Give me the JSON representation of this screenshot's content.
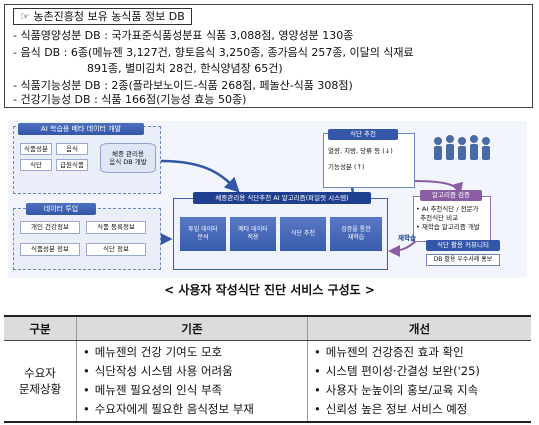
{
  "top": {
    "title": "☞ 농촌진흥청 보유 농식품 정보 DB",
    "lines": [
      "- 식품영양성분 DB : 국가표준식품성분표 식품 3,088점, 영양성분 130종",
      "- 음식 DB : 6종(메뉴젠 3,127건, 향토음식 3,250종, 종가음식 257종, 이달의 식재료",
      "891종, 별미김치 28건, 한식양념장 65건)",
      "- 식품기능성분 DB : 2종(플라보노이드-식품 268점, 페놀산-식품 308점)",
      "- 건강기능성 DB : 식품 166점(기능성 효능 50종)"
    ]
  },
  "diagram": {
    "ai_title": "AI 학습용 메타 데이터 개발",
    "ai_cells": [
      "식품성분",
      "음식",
      "식단",
      "급원식품"
    ],
    "db_cylinder": "체중 관리용\n음식 DB 개발",
    "data_title": "데이터 투입",
    "data_cells": [
      "개인 건강정보",
      "식품 등록정보",
      "식품성분 정보",
      "식단 정보"
    ],
    "center_title": "체중관리용 식단추천 AI 알고리즘(파일럿 시스템)",
    "steps": [
      "투입 데이터\n분석",
      "메타 데이터\n적용",
      "식단 추천",
      "검증을 통한\n재학습"
    ],
    "rec_title": "식단 추천",
    "rec_lines": [
      "열량, 지방, 당류 등 (↓)",
      "기능성분 (↑)"
    ],
    "algo_title": "알고리즘 검증",
    "algo_lines": [
      "• AI 추천식단 / 전문가",
      "  추천식단 비교",
      "• 재학습 알고리즘 개발"
    ],
    "relearn": "재학습",
    "comm_title": "식단 활용 커뮤니티",
    "comm_box": "DB 활용 우수사례 홍보"
  },
  "caption": "< 사용자 작성식단 진단 서비스 구성도 >",
  "table": {
    "headers": [
      "구분",
      "기존",
      "개선"
    ],
    "row_label_1": "수요자",
    "row_label_2": "문제상황",
    "existing": [
      "메뉴젠의 건강 기여도 모호",
      "식단작성 시스템 사용 어려움",
      "메뉴젠 필요성의 인식 부족",
      "수요자에게 필요한 음식정보 부재"
    ],
    "improved": [
      "메뉴젠의 건강증진 효과 확인",
      "시스템 편이성·간결성 보완('25)",
      "사용자 눈높이의 홍보/교육 지속",
      "신뢰성 높은 정보 서비스 예정"
    ]
  }
}
